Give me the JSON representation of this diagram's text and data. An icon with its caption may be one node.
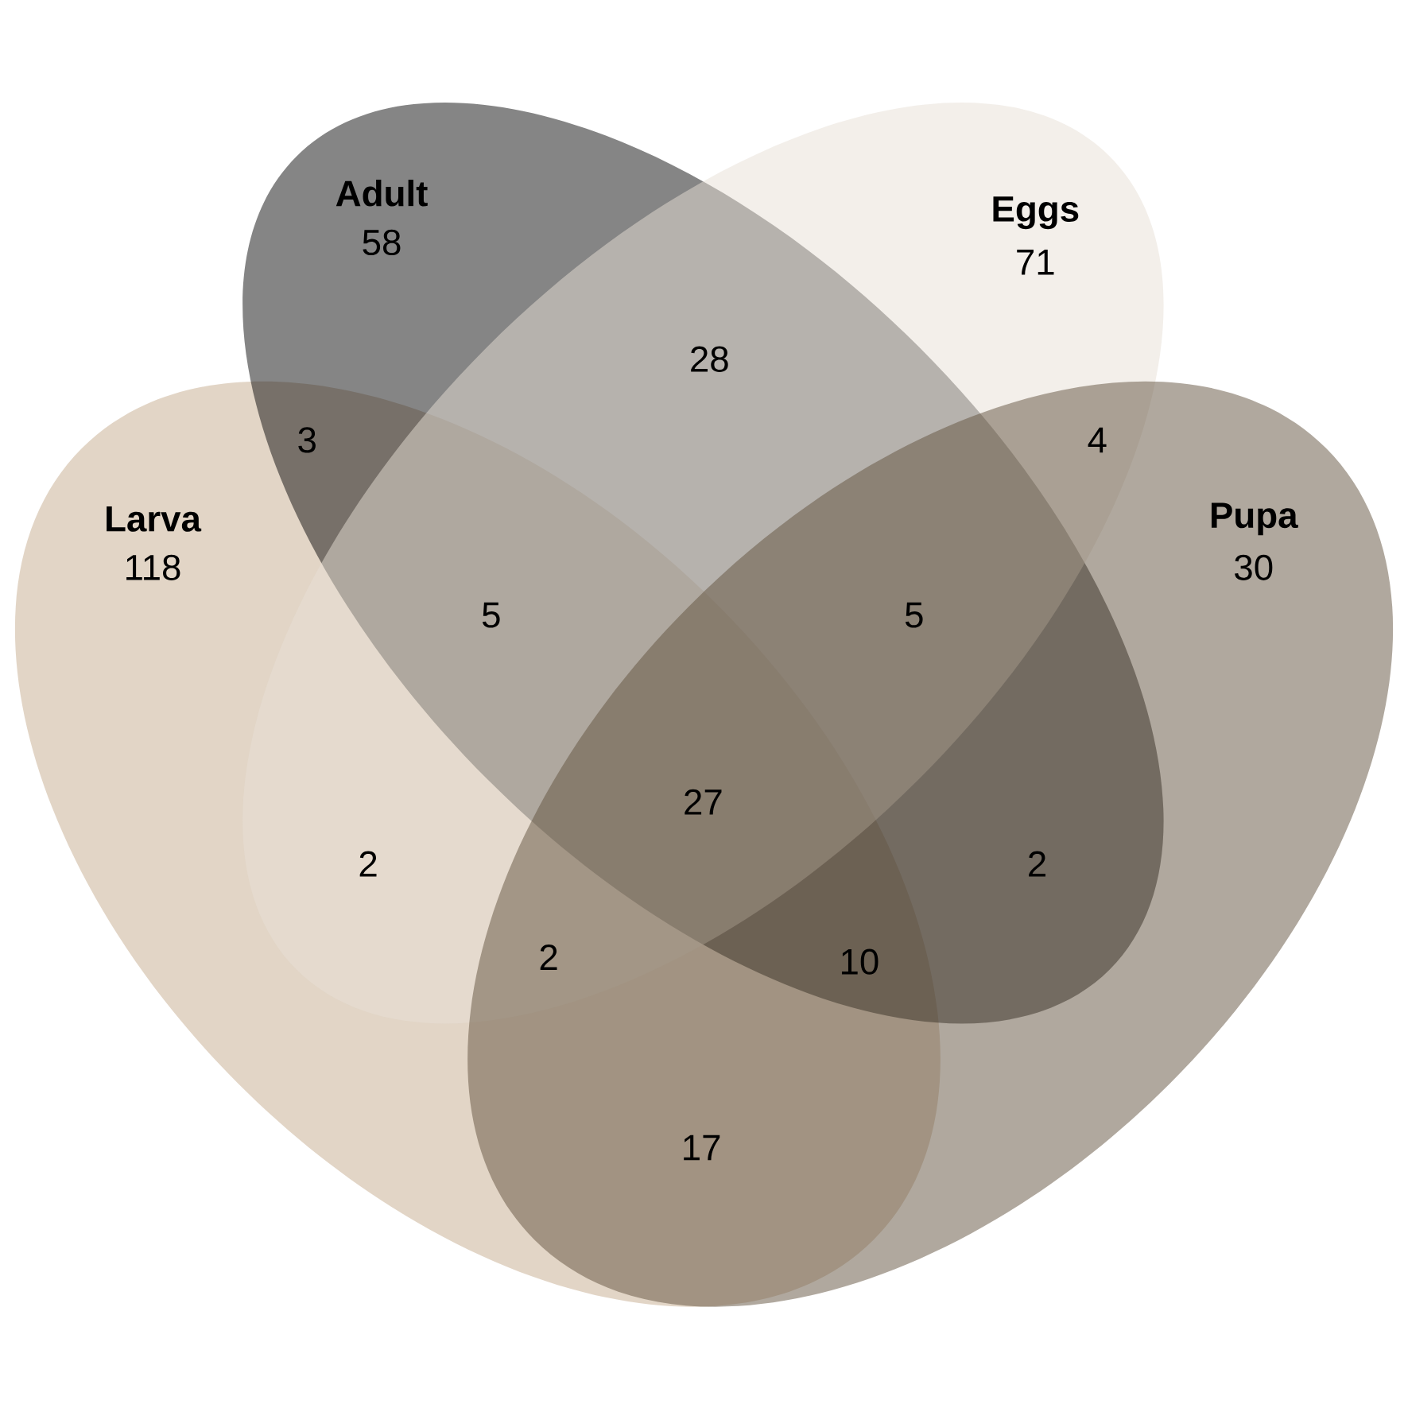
{
  "diagram": {
    "nodes": [
      {
        "text": [
          "Adult",
          "58"
        ]
      },
      {
        "text": [
          "Eggs",
          "71"
        ]
      },
      {
        "text": [
          "Larva",
          "118"
        ]
      },
      {
        "text": [
          "Pupa",
          "30"
        ]
      }
    ],
    "labels": [
      "28",
      "3",
      "4",
      "5",
      "5",
      "27",
      "2",
      "2",
      "2",
      "10",
      "17"
    ]
  }
}
